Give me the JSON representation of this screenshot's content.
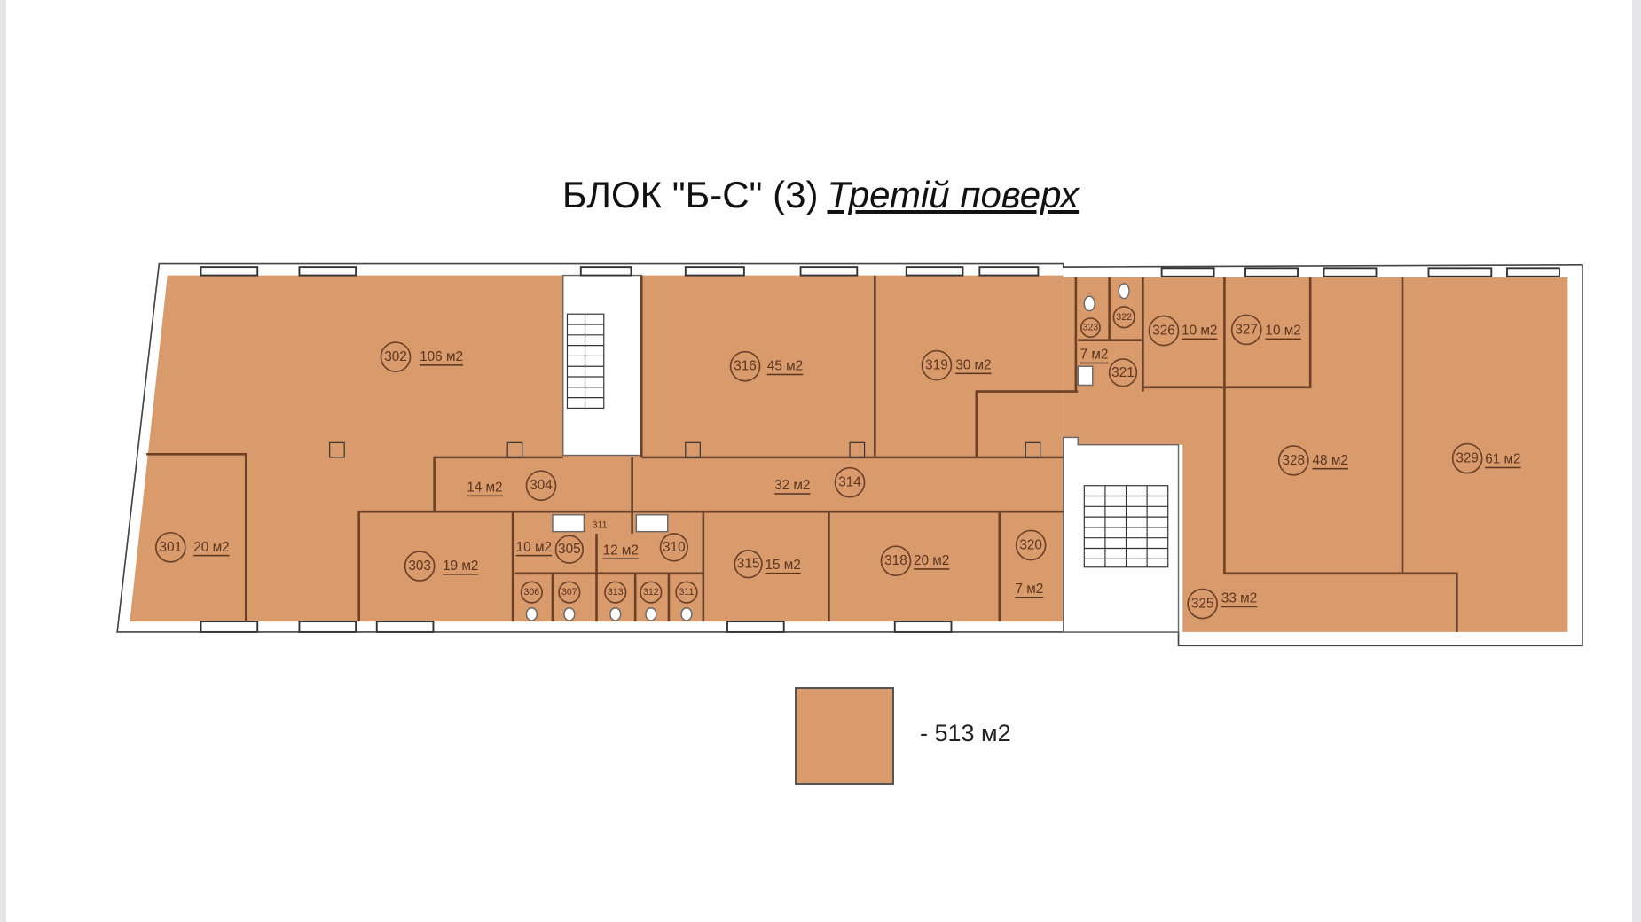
{
  "title": {
    "main": "БЛОК \"Б-С\" (3)",
    "sub": "Третій поверх"
  },
  "colors": {
    "room_fill": "#d99a6c",
    "wall": "#6b4128"
  },
  "rooms": {
    "r301": {
      "num": "301",
      "area": "20 м2"
    },
    "r302": {
      "num": "302",
      "area": "106 м2"
    },
    "r303": {
      "num": "303",
      "area": "19 м2"
    },
    "r304": {
      "num": "304",
      "area": "14 м2"
    },
    "r305": {
      "num": "305",
      "area": "10 м2"
    },
    "r306": {
      "num": "306"
    },
    "r307": {
      "num": "307"
    },
    "r310": {
      "num": "310",
      "area": "12 м2"
    },
    "r311": {
      "num": "311"
    },
    "r311b": {
      "num": "311"
    },
    "r312": {
      "num": "312"
    },
    "r313": {
      "num": "313"
    },
    "r314": {
      "num": "314",
      "area": "32 м2"
    },
    "r315": {
      "num": "315",
      "area": "15 м2"
    },
    "r316": {
      "num": "316",
      "area": "45 м2"
    },
    "r318": {
      "num": "318",
      "area": "20 м2"
    },
    "r319": {
      "num": "319",
      "area": "30 м2"
    },
    "r320": {
      "num": "320",
      "area": "7 м2"
    },
    "r321": {
      "num": "321",
      "area": "7 м2"
    },
    "r322": {
      "num": "322"
    },
    "r323": {
      "num": "323"
    },
    "r325": {
      "num": "325",
      "area": "33 м2"
    },
    "r326": {
      "num": "326",
      "area": "10 м2"
    },
    "r327": {
      "num": "327",
      "area": "10 м2"
    },
    "r328": {
      "num": "328",
      "area": "48 м2"
    },
    "r329": {
      "num": "329",
      "area": "61 м2"
    }
  },
  "legend": {
    "label": "- 513 м2"
  }
}
